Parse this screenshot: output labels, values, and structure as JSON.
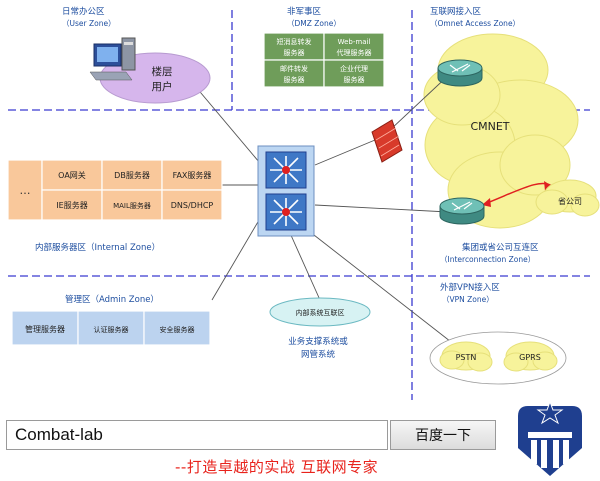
{
  "zones": {
    "user": {
      "title": "日常办公区",
      "subtitle": "（User Zone）",
      "bubble": [
        "楼层",
        "用户"
      ]
    },
    "dmz": {
      "title": "非军事区",
      "subtitle": "（DMZ Zone）",
      "servers": [
        [
          "短消息转发",
          "服务器"
        ],
        [
          "Web-mail",
          "代理服务器"
        ],
        [
          "邮件转发",
          "服务器"
        ],
        [
          "企业代理",
          "服务器"
        ]
      ]
    },
    "omnet": {
      "title": "互联网接入区",
      "subtitle": "（Omnet Access Zone）",
      "cloud": "CMNET"
    },
    "internal": {
      "title": "内部服务器区（Internal Zone）",
      "dots": "…",
      "row1": [
        "OA网关",
        "DB服务器",
        "FAX服务器"
      ],
      "row2": [
        "IE服务器",
        "MAIL服务器",
        "DNS/DHCP"
      ]
    },
    "interconnect": {
      "title": "集团或省公司互连区",
      "subtitle": "（Interconnection Zone）",
      "peer": "省公司"
    },
    "admin": {
      "title": "管理区（Admin Zone）",
      "servers": [
        "管理服务器",
        "认证服务器",
        "安全服务器"
      ]
    },
    "business": {
      "bubble": "内部系统互联区",
      "caption": [
        "业务支撑系统或",
        "网管系统"
      ]
    },
    "vpn": {
      "title": "外部VPN接入区",
      "subtitle": "（VPN Zone）",
      "nodes": [
        "PSTN",
        "GPRS"
      ]
    }
  },
  "search": {
    "value": "Combat-lab",
    "button": "百度一下"
  },
  "slogan": "--打造卓越的实战  互联网专家",
  "colors": {
    "zone_text": "#1f4fa0",
    "divider": "#3a3ad0",
    "internal_box": "#f9c89b",
    "dmz_box": "#6f9d5a",
    "admin_box": "#bcd3ef",
    "bubble": "#d6b6ec",
    "cloud": "#f7f39b",
    "slogan": "#e8231c",
    "logo": "#1f3f8f"
  },
  "icons": [
    "workstation-icon",
    "router-icon",
    "firewall-icon",
    "switch-icon",
    "logo-shield-icon"
  ]
}
